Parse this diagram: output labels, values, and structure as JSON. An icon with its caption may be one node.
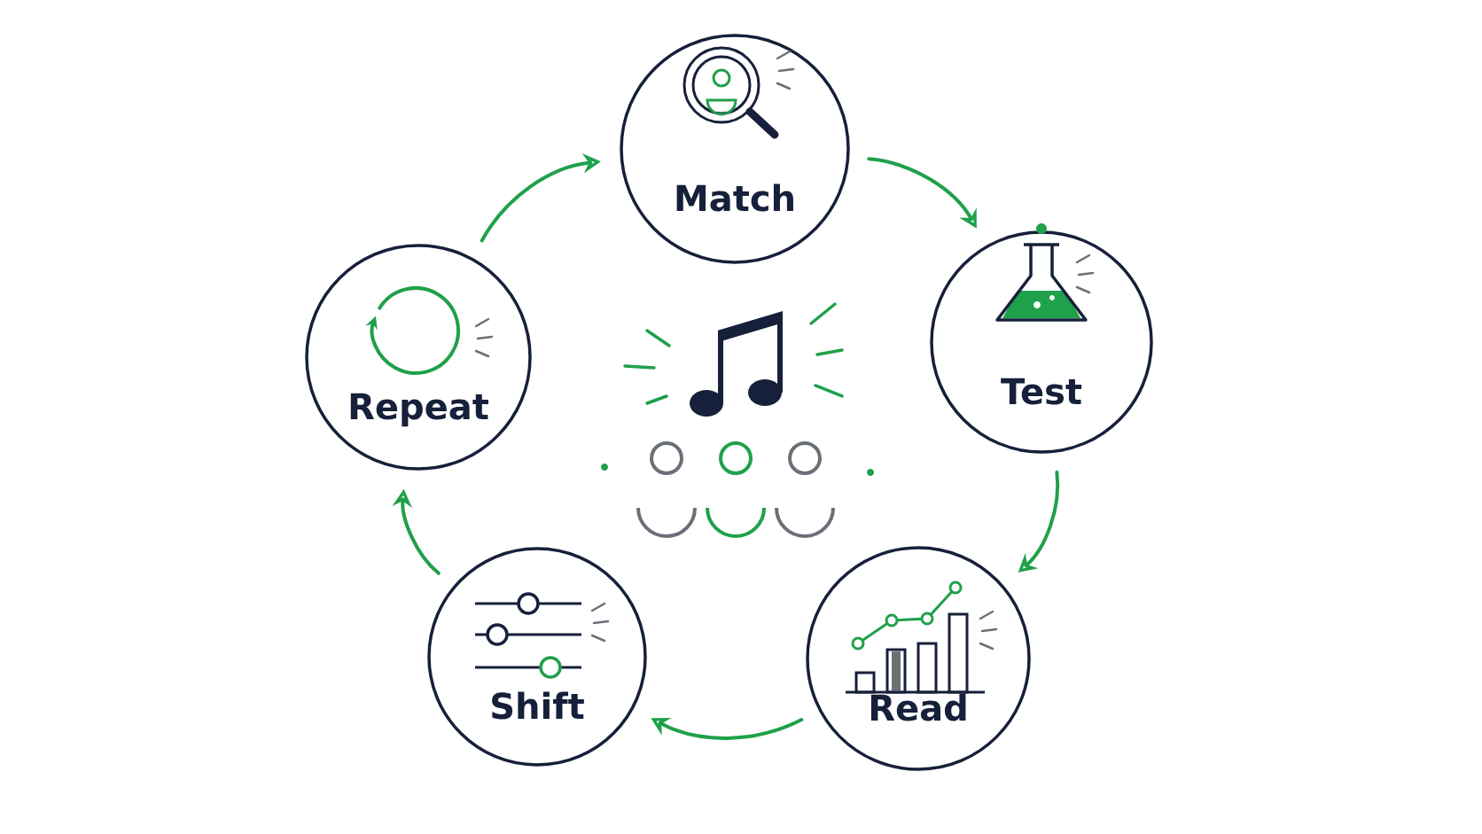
{
  "diagram": {
    "nodes": [
      {
        "text": [
          "Match"
        ]
      },
      {
        "text": [
          "Test"
        ]
      },
      {
        "text": [
          "Read"
        ]
      },
      {
        "text": [
          "Shift"
        ]
      },
      {
        "text": [
          "Repeat"
        ]
      }
    ],
    "edges": [
      {
        "from": 0,
        "to": 1,
        "arrow": "to"
      },
      {
        "from": 1,
        "to": 2,
        "arrow": "to"
      },
      {
        "from": 2,
        "to": 3,
        "arrow": "to"
      },
      {
        "from": 3,
        "to": 4,
        "arrow": "to"
      },
      {
        "from": 4,
        "to": 0,
        "arrow": "to"
      }
    ]
  }
}
